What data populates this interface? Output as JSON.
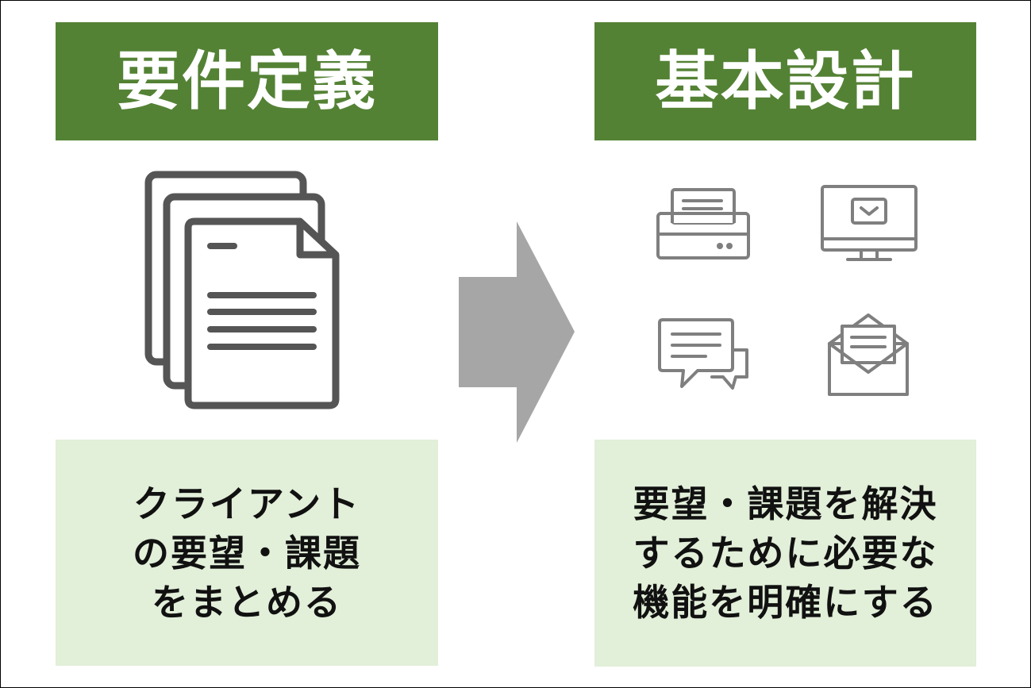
{
  "left_panel": {
    "title": "要件定義",
    "icon": "documents-icon",
    "description_lines": [
      "クライアント",
      "の要望・課題",
      "をまとめる"
    ]
  },
  "right_panel": {
    "title": "基本設計",
    "icons": [
      "printer-icon",
      "monitor-icon",
      "chat-icon",
      "mail-icon"
    ],
    "description_lines": [
      "要望・課題を解決",
      "するために必要な",
      "機能を明確にする"
    ]
  },
  "colors": {
    "header_bg": "#548235",
    "header_text": "#ffffff",
    "description_bg": "#e2efd9",
    "arrow": "#a6a6a6",
    "icon_stroke": "#555555",
    "right_icon_stroke": "#7f7f7f"
  }
}
